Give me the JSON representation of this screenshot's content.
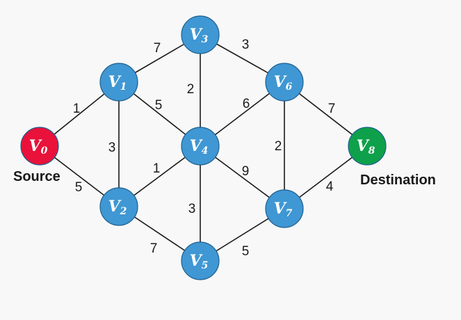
{
  "colors": {
    "node": "#3f97d3",
    "source": "#e8123a",
    "destination": "#0ea04a"
  },
  "nodes": [
    {
      "id": "V0",
      "letter": "V",
      "sub": "0",
      "role": "source"
    },
    {
      "id": "V1",
      "letter": "V",
      "sub": "1",
      "role": "normal"
    },
    {
      "id": "V2",
      "letter": "V",
      "sub": "2",
      "role": "normal"
    },
    {
      "id": "V3",
      "letter": "V",
      "sub": "3",
      "role": "normal"
    },
    {
      "id": "V4",
      "letter": "V",
      "sub": "4",
      "role": "normal"
    },
    {
      "id": "V5",
      "letter": "V",
      "sub": "5",
      "role": "normal"
    },
    {
      "id": "V6",
      "letter": "V",
      "sub": "6",
      "role": "normal"
    },
    {
      "id": "V7",
      "letter": "V",
      "sub": "7",
      "role": "normal"
    },
    {
      "id": "V8",
      "letter": "V",
      "sub": "8",
      "role": "destination"
    }
  ],
  "edges": [
    {
      "from": "V0",
      "to": "V1",
      "weight": "1"
    },
    {
      "from": "V0",
      "to": "V2",
      "weight": "5"
    },
    {
      "from": "V1",
      "to": "V3",
      "weight": "7"
    },
    {
      "from": "V1",
      "to": "V2",
      "weight": "3"
    },
    {
      "from": "V1",
      "to": "V4",
      "weight": "5"
    },
    {
      "from": "V2",
      "to": "V4",
      "weight": "1"
    },
    {
      "from": "V2",
      "to": "V5",
      "weight": "7"
    },
    {
      "from": "V3",
      "to": "V4",
      "weight": "2"
    },
    {
      "from": "V3",
      "to": "V6",
      "weight": "3"
    },
    {
      "from": "V4",
      "to": "V6",
      "weight": "6"
    },
    {
      "from": "V4",
      "to": "V5",
      "weight": "3"
    },
    {
      "from": "V4",
      "to": "V7",
      "weight": "9"
    },
    {
      "from": "V5",
      "to": "V7",
      "weight": "5"
    },
    {
      "from": "V6",
      "to": "V7",
      "weight": "2"
    },
    {
      "from": "V6",
      "to": "V8",
      "weight": "7"
    },
    {
      "from": "V7",
      "to": "V8",
      "weight": "4"
    }
  ],
  "labels": {
    "source": "Source",
    "destination": "Destination"
  }
}
